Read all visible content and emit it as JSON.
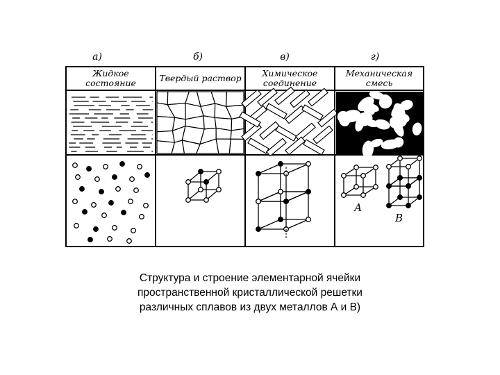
{
  "columns": [
    {
      "letter": "а)",
      "header": "Жидкое состояние"
    },
    {
      "letter": "б)",
      "header": "Твердый раствор"
    },
    {
      "letter": "в)",
      "header": "Химическое соединение"
    },
    {
      "letter": "г)",
      "header": "Механическая смесь"
    }
  ],
  "labels": {
    "cell_a": "А",
    "cell_b": "В"
  },
  "caption": {
    "line1": "Структура и строение элементарной ячейки",
    "line2": "пространственной кристаллической решетки",
    "line3": "различных сплавов из двух металлов А и В)"
  },
  "colors": {
    "ink": "#000000",
    "paper": "#ffffff"
  }
}
